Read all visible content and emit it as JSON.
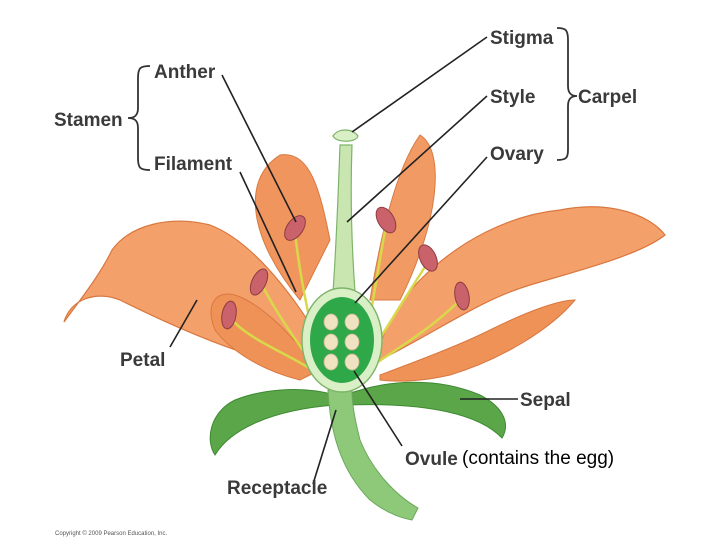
{
  "labels": {
    "stigma": "Stigma",
    "anther": "Anther",
    "style": "Style",
    "carpel": "Carpel",
    "stamen": "Stamen",
    "filament": "Filament",
    "ovary": "Ovary",
    "petal": "Petal",
    "sepal": "Sepal",
    "ovule": "Ovule",
    "ovule_note": "(contains the egg)",
    "receptacle": "Receptacle"
  },
  "copyright": "Copyright © 2009 Pearson Education, Inc.",
  "colors": {
    "petal": "#f4a06a",
    "petal_dark": "#e07e45",
    "sepal": "#5aa648",
    "stem": "#8ec97a",
    "ovary_wall": "#d9efc6",
    "ovary_inner": "#2fa84a",
    "ovule": "#efe3c2",
    "anther": "#c9626a",
    "filament": "#d8d84a"
  }
}
